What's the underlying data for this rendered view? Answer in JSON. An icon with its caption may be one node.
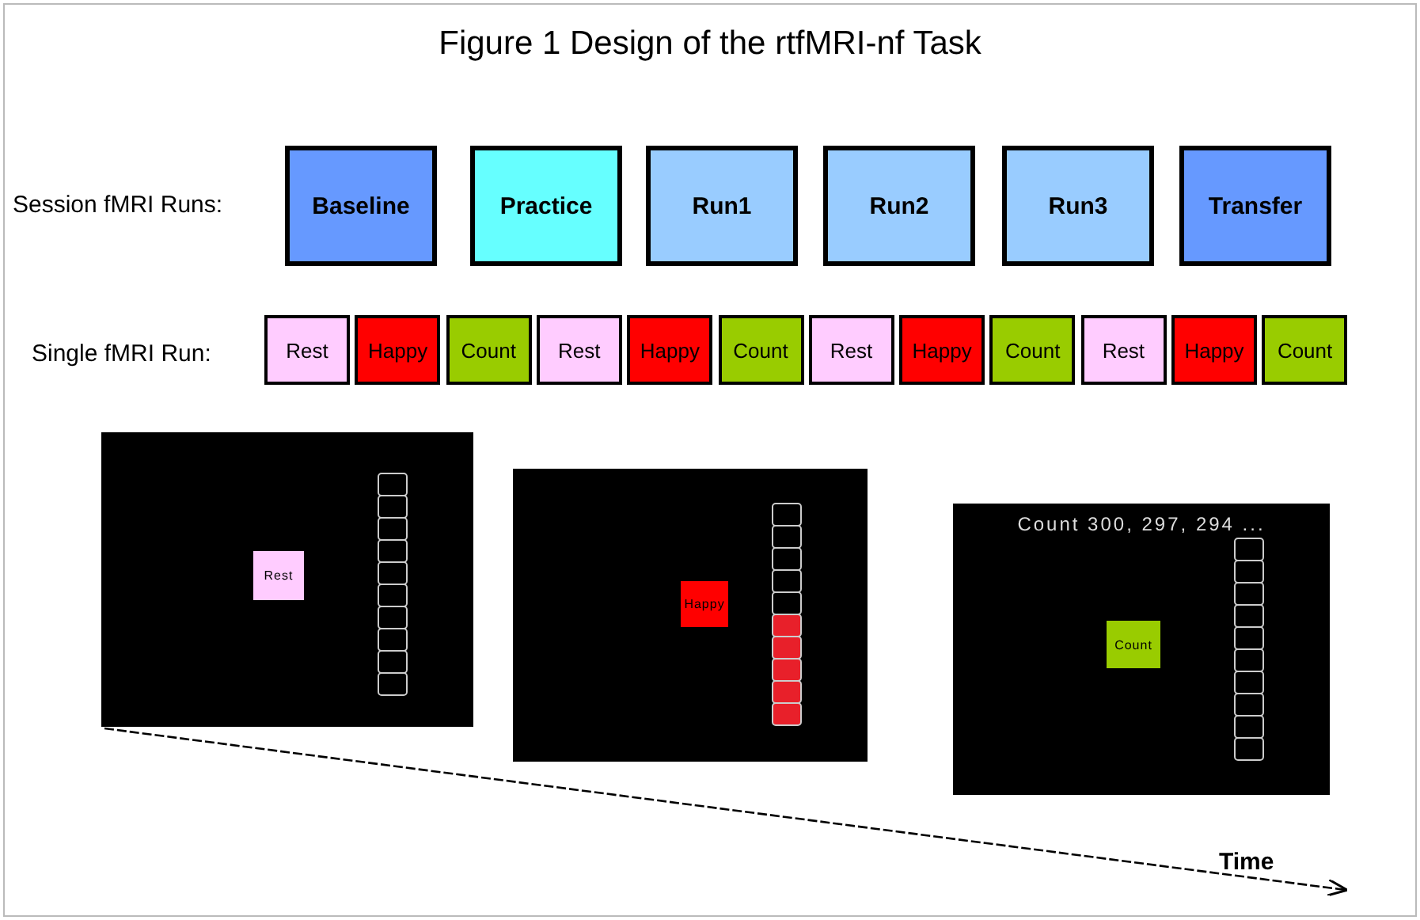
{
  "diagram": {
    "title": "Figure 1 Design of the rtfMRI-nf Task",
    "nodes": [
      {
        "text": [
          "Baseline"
        ]
      },
      {
        "text": [
          "Practice"
        ]
      },
      {
        "text": [
          "Run1"
        ]
      },
      {
        "text": [
          "Run2"
        ]
      },
      {
        "text": [
          "Run3"
        ]
      },
      {
        "text": [
          "Transfer"
        ]
      },
      {
        "text": [
          "Rest"
        ]
      },
      {
        "text": [
          "Happy"
        ]
      },
      {
        "text": [
          "Count"
        ]
      },
      {
        "text": [
          "Rest"
        ]
      },
      {
        "text": [
          "Happy"
        ]
      },
      {
        "text": [
          "Count"
        ]
      },
      {
        "text": [
          "Rest"
        ]
      },
      {
        "text": [
          "Happy"
        ]
      },
      {
        "text": [
          "Count"
        ]
      },
      {
        "text": [
          "Rest"
        ]
      },
      {
        "text": [
          "Happy"
        ]
      },
      {
        "text": [
          "Count"
        ]
      },
      {
        "text": [],
        "shape": "box"
      },
      {
        "text": [
          "Rest"
        ],
        "in": 18
      },
      {
        "text": [],
        "shape": "box"
      },
      {
        "text": [
          "Happy"
        ],
        "in": 20
      },
      {
        "text": [
          "Count 300, 297, 294 ..."
        ]
      },
      {
        "text": [
          "Count"
        ],
        "in": 22
      }
    ],
    "edges": [],
    "labels": [
      "Session fMRI Runs:",
      "Single fMRI Run:",
      "Time"
    ]
  }
}
